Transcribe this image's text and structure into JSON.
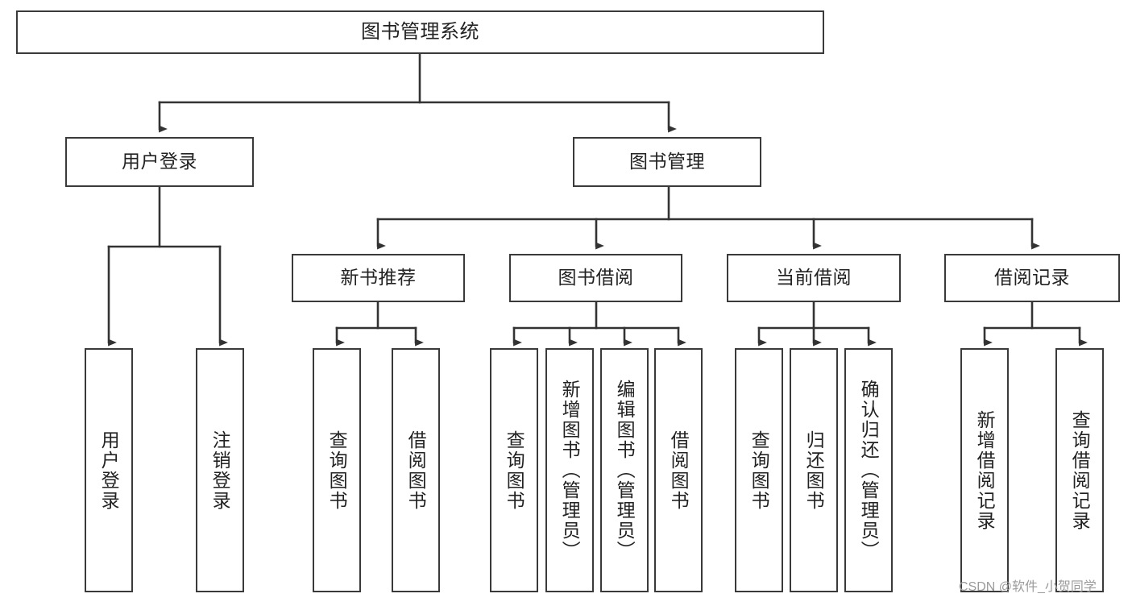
{
  "diagram": {
    "type": "tree",
    "title": "图书管理系统",
    "colors": {
      "box_border": "#3a3a3a",
      "box_fill": "#ffffff",
      "edge": "#333333",
      "text": "#222222",
      "watermark": "#9b9b9b"
    },
    "root": {
      "id": "root",
      "label": "图书管理系统"
    },
    "level2": [
      {
        "id": "user-login",
        "label": "用户登录"
      },
      {
        "id": "book-manage",
        "label": "图书管理"
      }
    ],
    "level3": [
      {
        "id": "new-book-rec",
        "label": "新书推荐",
        "parent": "book-manage"
      },
      {
        "id": "book-borrow",
        "label": "图书借阅",
        "parent": "book-manage"
      },
      {
        "id": "current-borrow",
        "label": "当前借阅",
        "parent": "book-manage"
      },
      {
        "id": "borrow-record",
        "label": "借阅记录",
        "parent": "book-manage"
      }
    ],
    "leaves": [
      {
        "id": "leaf-user-login",
        "label": "用户登录",
        "parent": "user-login"
      },
      {
        "id": "leaf-logout",
        "label": "注销登录",
        "parent": "user-login"
      },
      {
        "id": "leaf-query-book-1",
        "label": "查询图书",
        "parent": "new-book-rec"
      },
      {
        "id": "leaf-borrow-book-1",
        "label": "借阅图书",
        "parent": "new-book-rec"
      },
      {
        "id": "leaf-query-book-2",
        "label": "查询图书",
        "parent": "book-borrow"
      },
      {
        "id": "leaf-add-book",
        "label": "新增图书（管理员）",
        "parent": "book-borrow"
      },
      {
        "id": "leaf-edit-book",
        "label": "编辑图书（管理员）",
        "parent": "book-borrow"
      },
      {
        "id": "leaf-borrow-book-2",
        "label": "借阅图书",
        "parent": "book-borrow"
      },
      {
        "id": "leaf-query-book-3",
        "label": "查询图书",
        "parent": "current-borrow"
      },
      {
        "id": "leaf-return-book",
        "label": "归还图书",
        "parent": "current-borrow"
      },
      {
        "id": "leaf-confirm-return",
        "label": "确认归还（管理员）",
        "parent": "current-borrow"
      },
      {
        "id": "leaf-add-record",
        "label": "新增借阅记录",
        "parent": "borrow-record"
      },
      {
        "id": "leaf-query-record",
        "label": "查询借阅记录",
        "parent": "borrow-record"
      }
    ],
    "watermark": "CSDN @软件_小贺同学"
  }
}
